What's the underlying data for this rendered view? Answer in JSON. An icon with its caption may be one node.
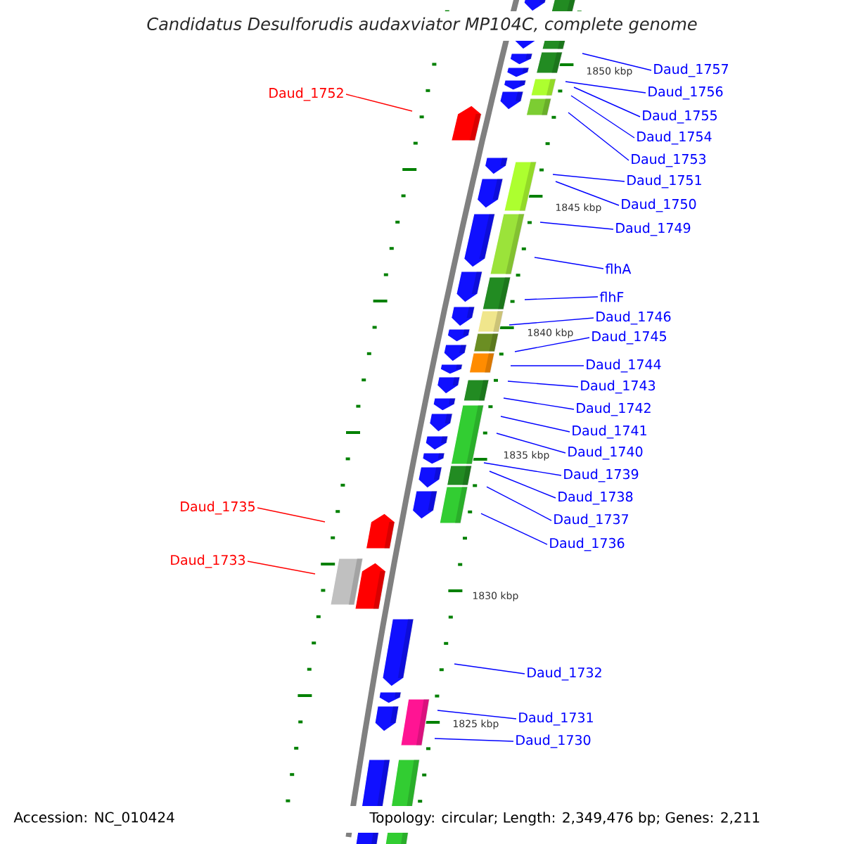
{
  "diagram": {
    "title": "Candidatus Desulforudis audaxviator MP104C, complete genome",
    "nodes": [
      {
        "text": [
          "Daud_1757"
        ]
      },
      {
        "text": [
          "Daud_1756"
        ]
      },
      {
        "text": [
          "Daud_1752"
        ]
      },
      {
        "text": [
          "Daud_1755"
        ]
      },
      {
        "text": [
          "Daud_1754"
        ]
      },
      {
        "text": [
          "Daud_1753"
        ]
      },
      {
        "text": [
          "Daud_1751"
        ]
      },
      {
        "text": [
          "Daud_1750"
        ]
      },
      {
        "text": [
          "Daud_1749"
        ]
      },
      {
        "text": [
          "flhA"
        ]
      },
      {
        "text": [
          "flhF"
        ]
      },
      {
        "text": [
          "Daud_1746"
        ]
      },
      {
        "text": [
          "Daud_1745"
        ]
      },
      {
        "text": [
          "Daud_1744"
        ]
      },
      {
        "text": [
          "Daud_1743"
        ]
      },
      {
        "text": [
          "Daud_1742"
        ]
      },
      {
        "text": [
          "Daud_1741"
        ]
      },
      {
        "text": [
          "Daud_1740"
        ]
      },
      {
        "text": [
          "Daud_1739"
        ]
      },
      {
        "text": [
          "Daud_1738"
        ]
      },
      {
        "text": [
          "Daud_1735"
        ]
      },
      {
        "text": [
          "Daud_1737"
        ]
      },
      {
        "text": [
          "Daud_1736"
        ]
      },
      {
        "text": [
          "Daud_1733"
        ]
      },
      {
        "text": [
          "Daud_1732"
        ]
      },
      {
        "text": [
          "Daud_1731"
        ]
      },
      {
        "text": [
          "Daud_1730"
        ]
      }
    ],
    "edges": [
      {
        "from": 0,
        "to": null,
        "arrow": "none"
      },
      {
        "from": 1,
        "to": null,
        "arrow": "none"
      },
      {
        "from": 2,
        "to": null,
        "arrow": "none",
        "color": "#ff0000"
      },
      {
        "from": 3,
        "to": null,
        "arrow": "none"
      },
      {
        "from": 4,
        "to": null,
        "arrow": "none"
      },
      {
        "from": 5,
        "to": null,
        "arrow": "none"
      },
      {
        "from": 6,
        "to": null,
        "arrow": "none"
      },
      {
        "from": 7,
        "to": null,
        "arrow": "none"
      },
      {
        "from": 8,
        "to": null,
        "arrow": "none"
      },
      {
        "from": 9,
        "to": null,
        "arrow": "none"
      },
      {
        "from": 10,
        "to": null,
        "arrow": "none"
      },
      {
        "from": 11,
        "to": null,
        "arrow": "none"
      },
      {
        "from": 12,
        "to": null,
        "arrow": "none"
      },
      {
        "from": 13,
        "to": null,
        "arrow": "none"
      },
      {
        "from": 14,
        "to": null,
        "arrow": "none"
      },
      {
        "from": 15,
        "to": null,
        "arrow": "none"
      },
      {
        "from": 16,
        "to": null,
        "arrow": "none"
      },
      {
        "from": 17,
        "to": null,
        "arrow": "none"
      },
      {
        "from": 18,
        "to": null,
        "arrow": "none"
      },
      {
        "from": 19,
        "to": null,
        "arrow": "none"
      },
      {
        "from": 20,
        "to": null,
        "arrow": "none",
        "color": "#ff0000"
      },
      {
        "from": 21,
        "to": null,
        "arrow": "none"
      },
      {
        "from": 22,
        "to": null,
        "arrow": "none"
      },
      {
        "from": 23,
        "to": null,
        "arrow": "none",
        "color": "#ff0000"
      },
      {
        "from": 24,
        "to": null,
        "arrow": "none"
      },
      {
        "from": 25,
        "to": null,
        "arrow": "none"
      },
      {
        "from": 26,
        "to": null,
        "arrow": "none"
      }
    ],
    "labels": [
      "1850 kbp",
      "1845 kbp",
      "1840 kbp",
      "1835 kbp",
      "1830 kbp",
      "1825 kbp",
      "Accession: NC_010424",
      "Topology: circular; Length: 2,349,476 bp; Genes: 2,211"
    ]
  }
}
